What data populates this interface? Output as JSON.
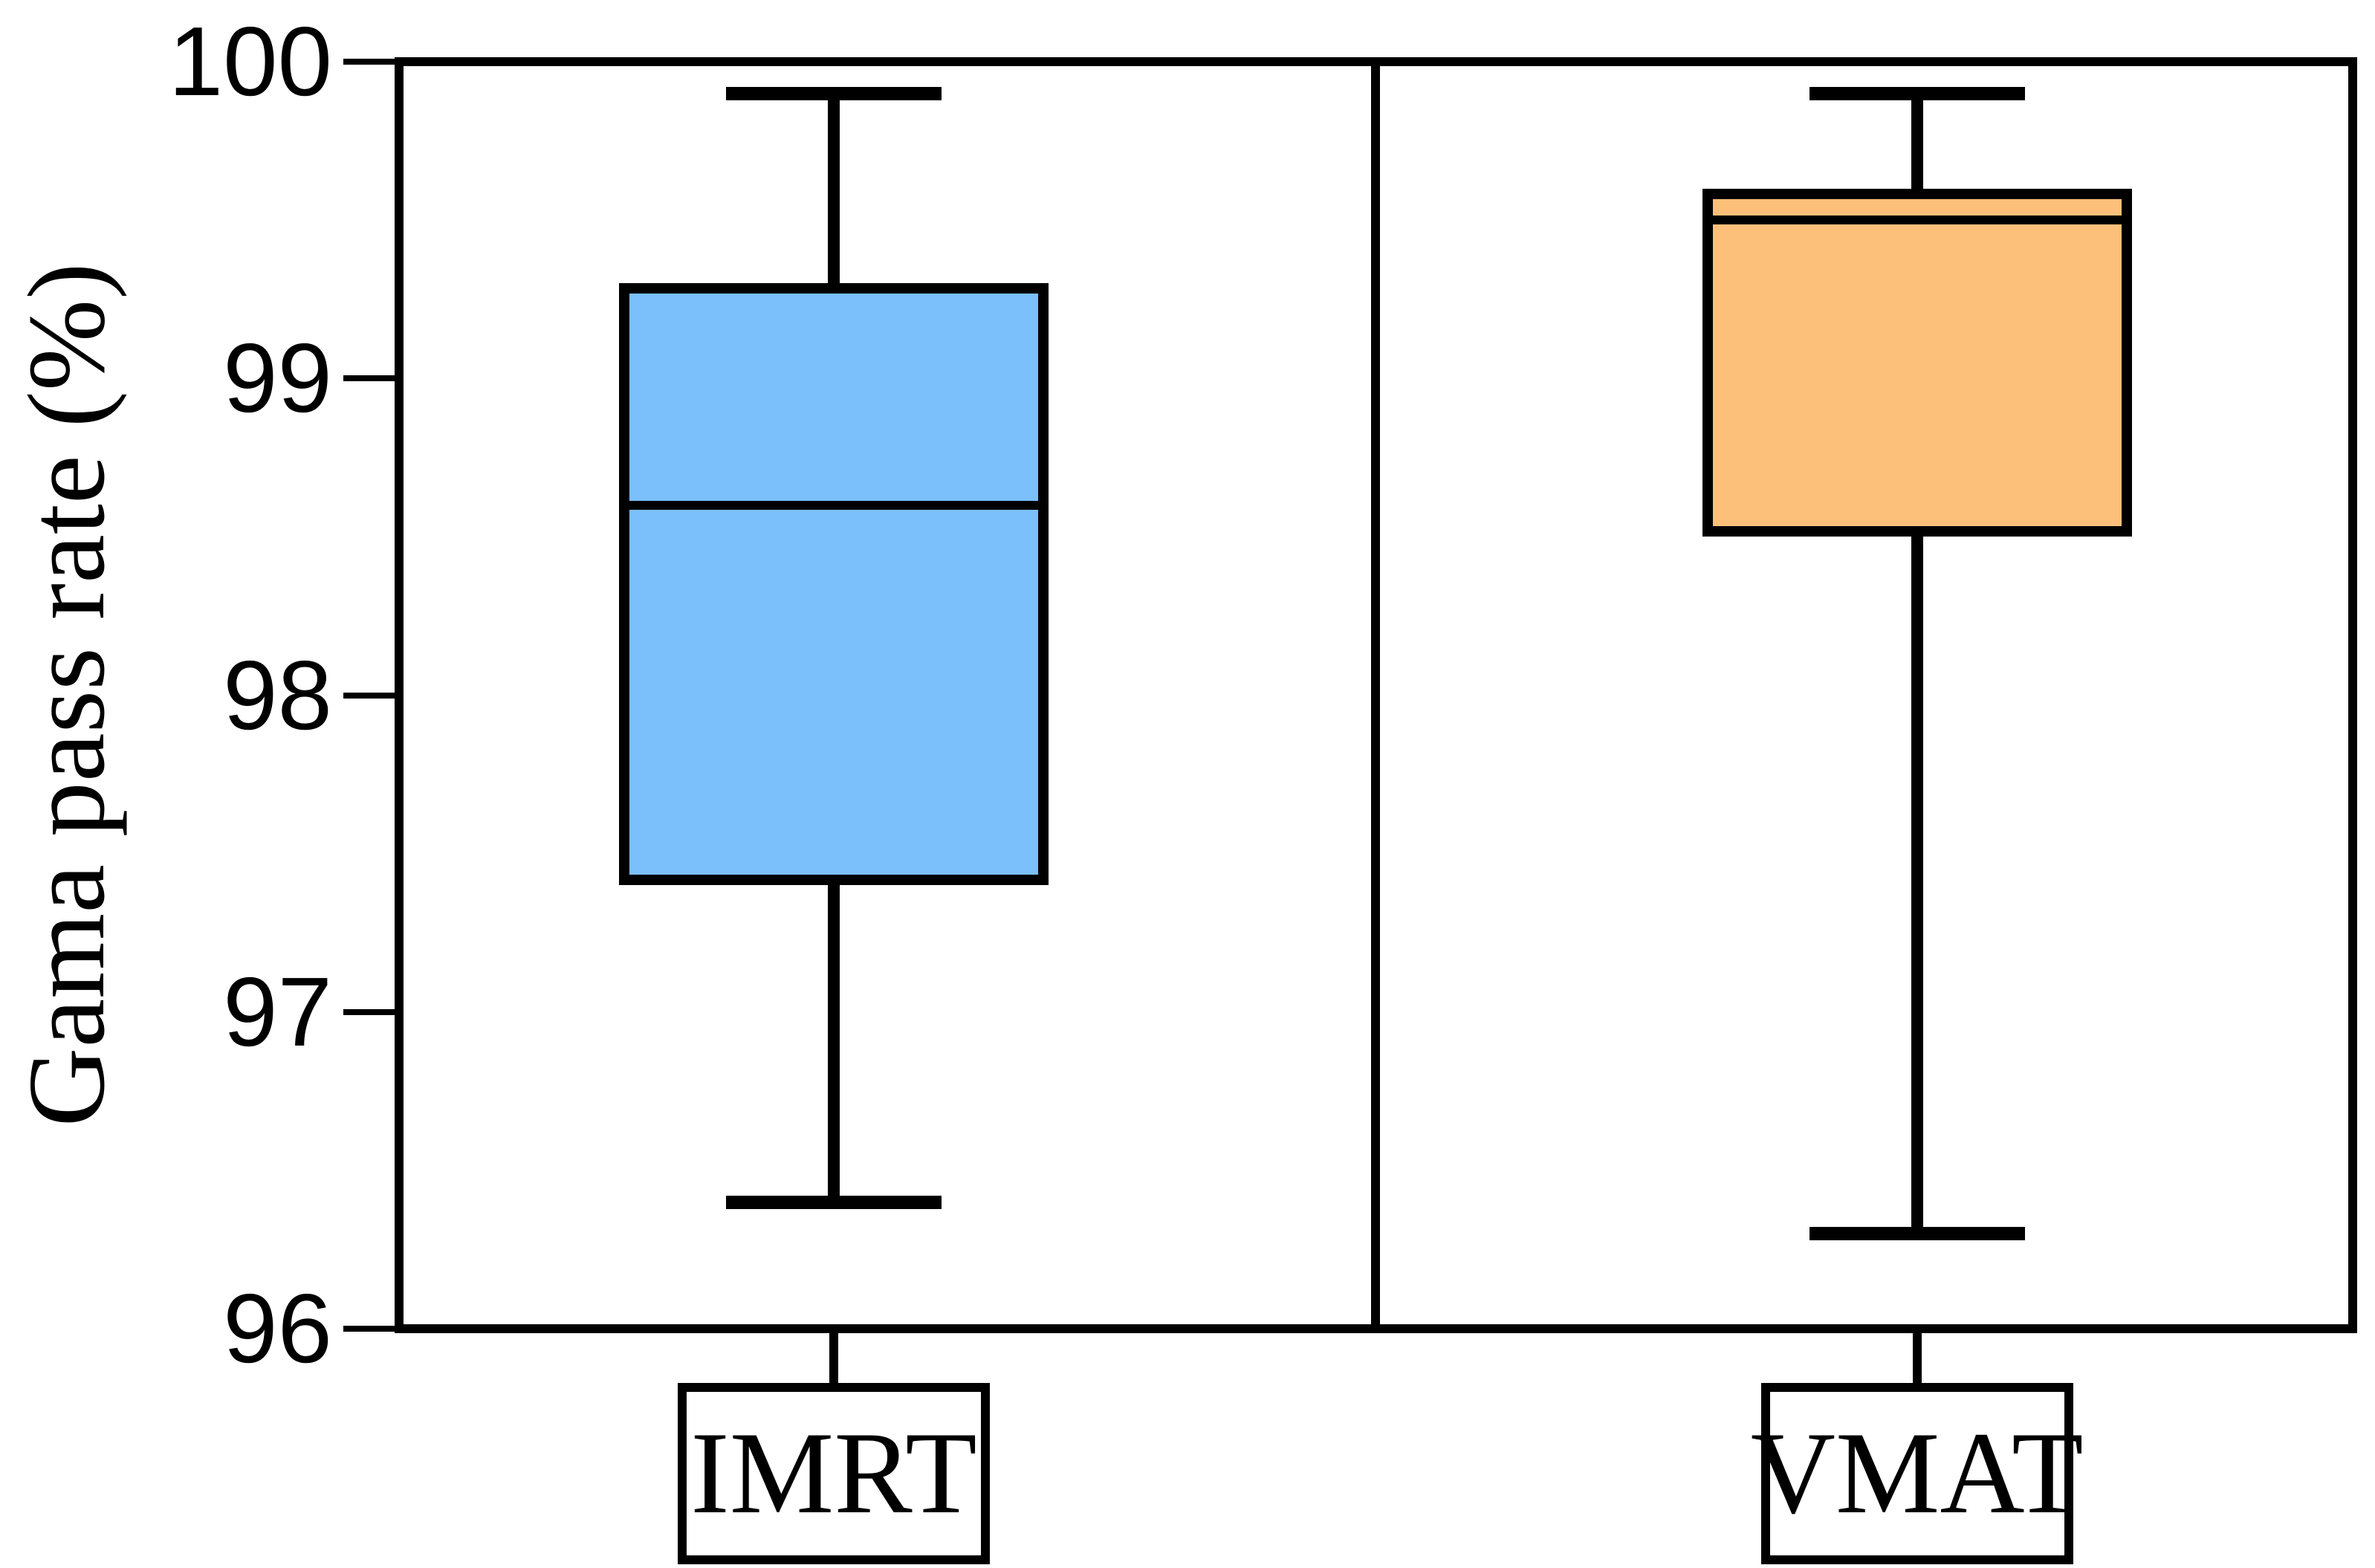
{
  "figure": {
    "y_axis_title": "Gama pass rate (%)"
  },
  "chart_data": {
    "type": "boxplot",
    "title": "",
    "xlabel": "",
    "ylabel": "Gama pass rate (%)",
    "ylim": [
      96,
      100
    ],
    "yticks": [
      96,
      97,
      98,
      99,
      100
    ],
    "ytick_labels": [
      "96",
      "97",
      "98",
      "99",
      "100"
    ],
    "categories": [
      "IMRT",
      "VMAT"
    ],
    "series": [
      {
        "name": "IMRT",
        "whisker_low": 96.4,
        "q1": 97.4,
        "median": 98.6,
        "q3": 99.3,
        "whisker_high": 99.9,
        "fill_color": "#7BBFFB"
      },
      {
        "name": "VMAT",
        "whisker_low": 96.3,
        "q1": 98.5,
        "median": 99.5,
        "q3": 99.6,
        "whisker_high": 99.9,
        "fill_color": "#FDC07B"
      }
    ],
    "layout": {
      "grid": false,
      "legend": "none",
      "panel_divider_between_categories": true,
      "category_labels_boxed": true
    }
  }
}
